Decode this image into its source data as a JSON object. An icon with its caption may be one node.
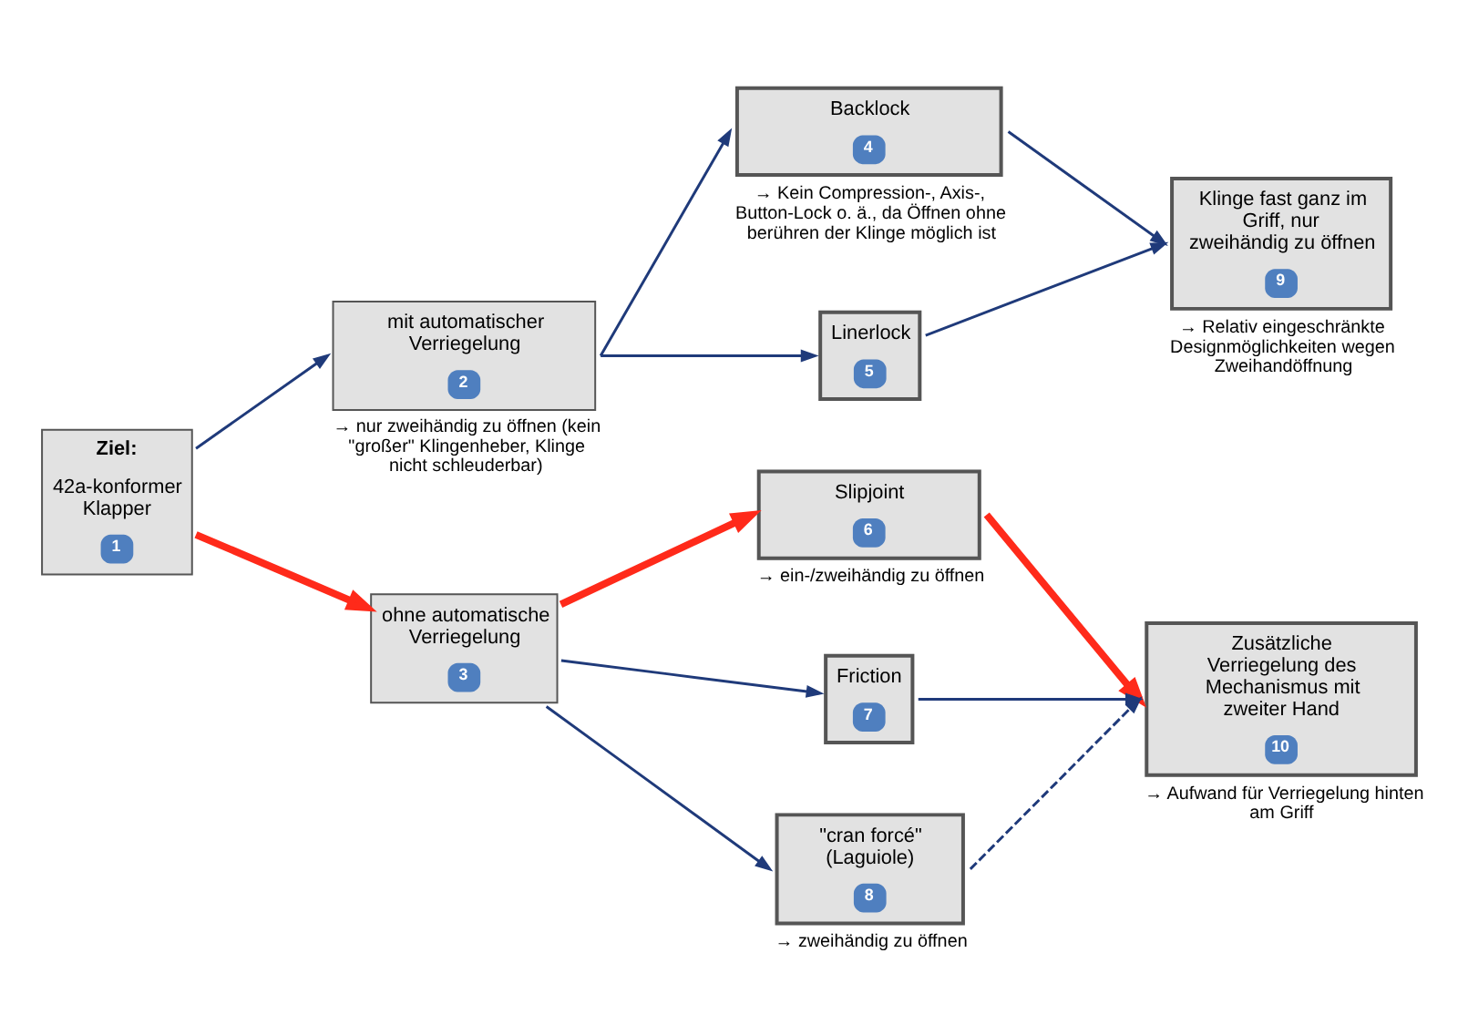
{
  "diagram": {
    "nodes": [
      {
        "text": [
          "Ziel:",
          "42a-konformer Klapper",
          "1"
        ]
      },
      {
        "text": [
          "mit automatischer Verriegelung",
          "2"
        ],
        "beside": [
          "→ nur zweihändig zu öffnen (kein \"großer\" Klingenheber, Klinge nicht schleuderbar)"
        ]
      },
      {
        "text": [
          "ohne automatische Verriegelung",
          "3"
        ]
      },
      {
        "text": [
          "Backlock",
          "4"
        ],
        "beside": [
          "→ Kein Compression-, Axis-, Button-Lock o. ä., da Öffnen ohne berühren der Klinge möglich ist"
        ]
      },
      {
        "text": [
          "Linerlock",
          "5"
        ]
      },
      {
        "text": [
          "Slipjoint",
          "6"
        ],
        "beside": [
          "→ ein-/zweihändig zu öffnen"
        ]
      },
      {
        "text": [
          "Friction",
          "7"
        ]
      },
      {
        "text": [
          "\"cran forcé\" (Laguiole)",
          "8"
        ],
        "beside": [
          "→ zweihändig zu öffnen"
        ]
      },
      {
        "text": [
          "Klinge fast ganz im Griff, nur zweihändig zu öffnen",
          "9"
        ],
        "beside": [
          "→ Relativ eingeschränkte Designmöglichkeiten wegen Zweihandöffnung"
        ]
      },
      {
        "text": [
          "Zusätzliche Verriegelung des Mechanismus mit zweiter Hand",
          "10"
        ],
        "beside": [
          "→ Aufwand für Verriegelung hinten am Griff"
        ]
      }
    ],
    "edges": [
      {
        "from": 0,
        "to": 1,
        "arrow": "to"
      },
      {
        "from": 0,
        "to": 2,
        "arrow": "to",
        "style": "thick",
        "color": "#ff2a1a"
      },
      {
        "from": 1,
        "to": 3,
        "arrow": "to"
      },
      {
        "from": 1,
        "to": 4,
        "arrow": "to"
      },
      {
        "from": 3,
        "to": 8,
        "arrow": "to"
      },
      {
        "from": 4,
        "to": 8,
        "arrow": "to"
      },
      {
        "from": 2,
        "to": 5,
        "arrow": "to",
        "style": "thick",
        "color": "#ff2a1a"
      },
      {
        "from": 2,
        "to": 6,
        "arrow": "to"
      },
      {
        "from": 2,
        "to": 7,
        "arrow": "to"
      },
      {
        "from": 5,
        "to": 9,
        "arrow": "to",
        "style": "thick",
        "color": "#ff2a1a"
      },
      {
        "from": 6,
        "to": 9,
        "arrow": "to"
      },
      {
        "from": 7,
        "to": 9,
        "arrow": "to",
        "style": "dashed"
      }
    ]
  }
}
